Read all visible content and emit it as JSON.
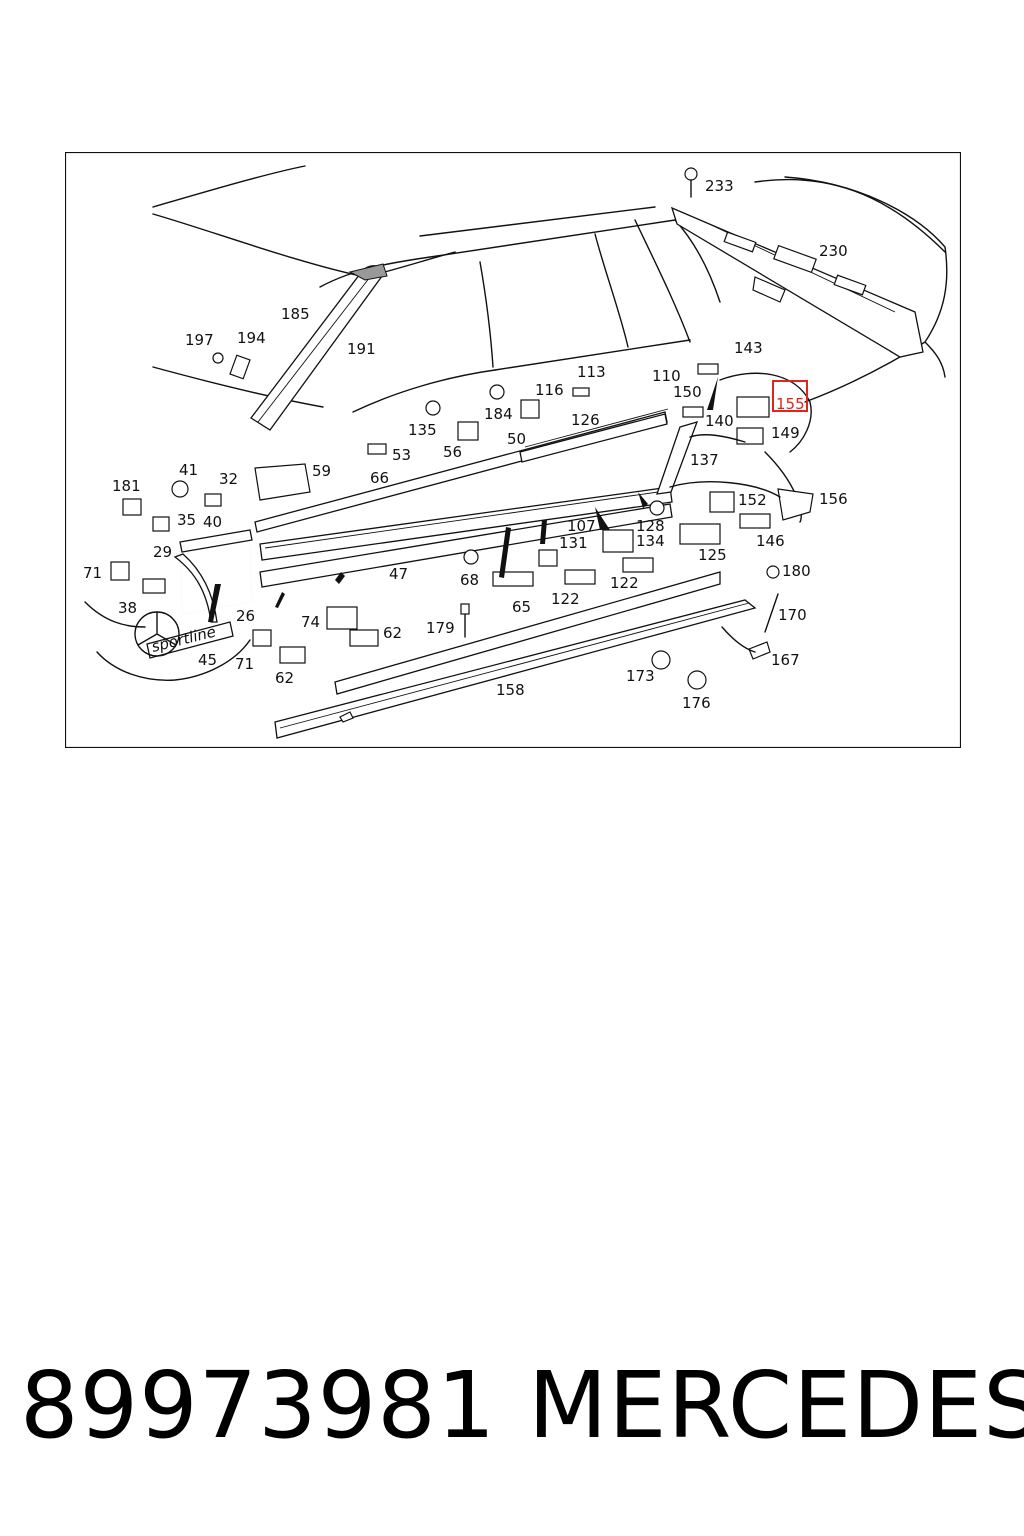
{
  "diagram": {
    "callouts": [
      "233",
      "230",
      "185",
      "191",
      "197",
      "194",
      "143",
      "110",
      "150",
      "155",
      "116",
      "113",
      "184",
      "135",
      "126",
      "140",
      "149",
      "53",
      "56",
      "50",
      "137",
      "41",
      "32",
      "59",
      "66",
      "181",
      "35",
      "40",
      "152",
      "156",
      "29",
      "107",
      "128",
      "134",
      "131",
      "146",
      "71",
      "47",
      "68",
      "125",
      "180",
      "38",
      "65",
      "122",
      "122",
      "74",
      "179",
      "62",
      "170",
      "26",
      "71",
      "62",
      "45",
      "167",
      "173",
      "158",
      "176"
    ],
    "emblem_text": "sportline",
    "highlighted_callout": "155"
  },
  "caption": {
    "part_number": "89973981",
    "brand": "MERCEDES"
  },
  "colors": {
    "line": "#111111",
    "highlight": "#e0261b",
    "background": "#ffffff"
  }
}
